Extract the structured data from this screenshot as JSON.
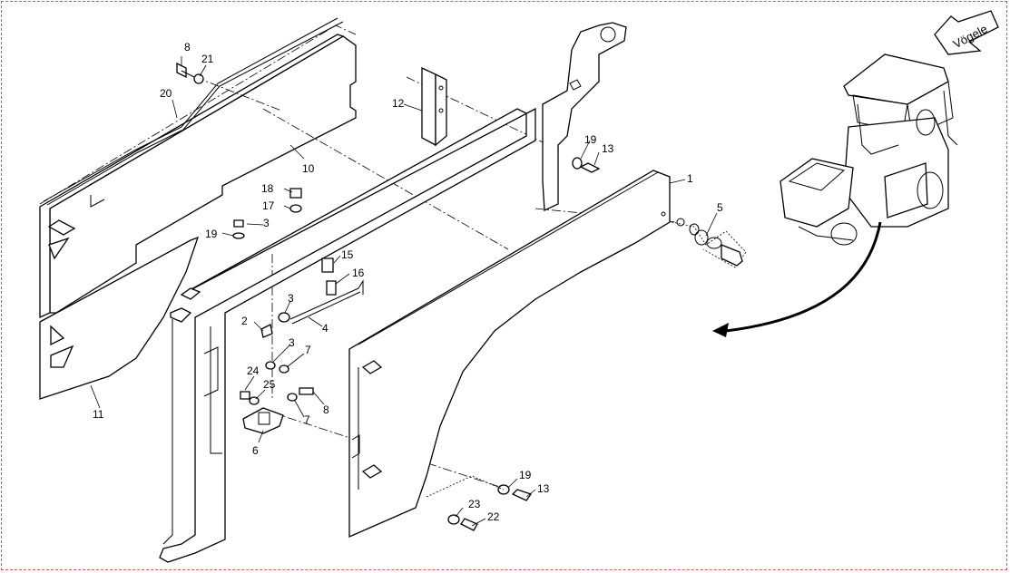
{
  "diagram": {
    "brand_label": "Vögele",
    "callouts": [
      {
        "id": "c8a",
        "text": "8"
      },
      {
        "id": "c21",
        "text": "21"
      },
      {
        "id": "c20",
        "text": "20"
      },
      {
        "id": "c10",
        "text": "10"
      },
      {
        "id": "c12",
        "text": "12"
      },
      {
        "id": "c19a",
        "text": "19"
      },
      {
        "id": "c13a",
        "text": "13"
      },
      {
        "id": "c1",
        "text": "1"
      },
      {
        "id": "c5",
        "text": "5"
      },
      {
        "id": "c18",
        "text": "18"
      },
      {
        "id": "c17",
        "text": "17"
      },
      {
        "id": "c19b",
        "text": "19"
      },
      {
        "id": "c3a",
        "text": "3"
      },
      {
        "id": "c15",
        "text": "15"
      },
      {
        "id": "c16",
        "text": "16"
      },
      {
        "id": "c2",
        "text": "2"
      },
      {
        "id": "c3b",
        "text": "3"
      },
      {
        "id": "c4",
        "text": "4"
      },
      {
        "id": "c3c",
        "text": "3"
      },
      {
        "id": "c7a",
        "text": "7"
      },
      {
        "id": "c24",
        "text": "24"
      },
      {
        "id": "c25",
        "text": "25"
      },
      {
        "id": "c8b",
        "text": "8"
      },
      {
        "id": "c7b",
        "text": "7"
      },
      {
        "id": "c6",
        "text": "6"
      },
      {
        "id": "c11",
        "text": "11"
      },
      {
        "id": "c19c",
        "text": "19"
      },
      {
        "id": "c13b",
        "text": "13"
      },
      {
        "id": "c23",
        "text": "23"
      },
      {
        "id": "c22",
        "text": "22"
      }
    ]
  }
}
